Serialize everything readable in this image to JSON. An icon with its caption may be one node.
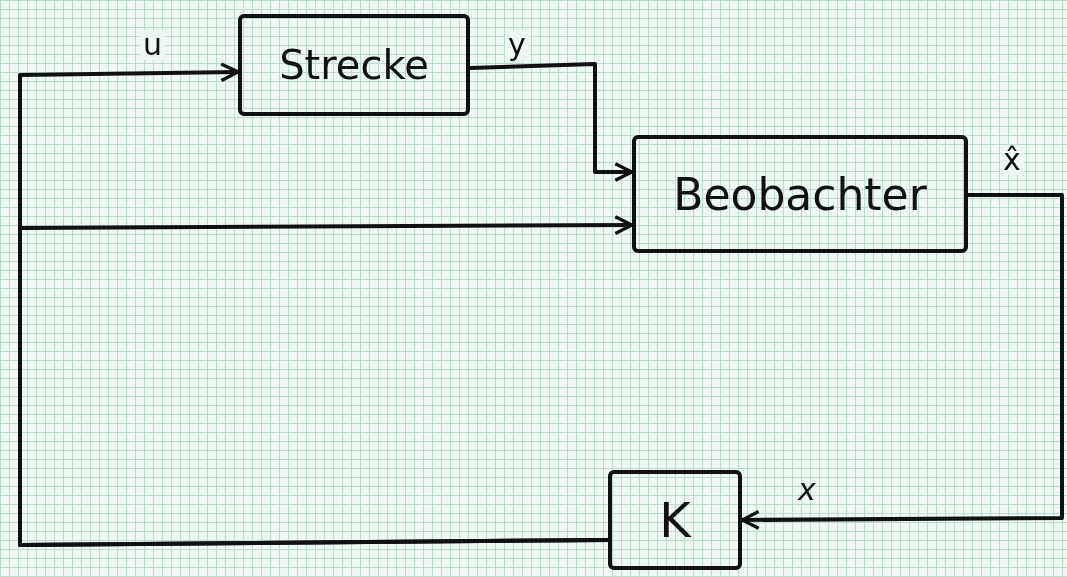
{
  "diagram": {
    "nodes": [
      {
        "text": [
          "Strecke"
        ]
      },
      {
        "text": [
          "Beobachter"
        ]
      },
      {
        "text": [
          "K"
        ]
      }
    ],
    "edges": [
      {
        "from": 2,
        "to": 0,
        "arrow": "to",
        "label": "u"
      },
      {
        "from": 2,
        "to": 1,
        "arrow": "to"
      },
      {
        "from": 0,
        "to": 1,
        "arrow": "to",
        "label": "y"
      },
      {
        "from": 1,
        "to": 2,
        "arrow": "to",
        "label": "x̂"
      }
    ],
    "labels": [
      "x"
    ]
  }
}
